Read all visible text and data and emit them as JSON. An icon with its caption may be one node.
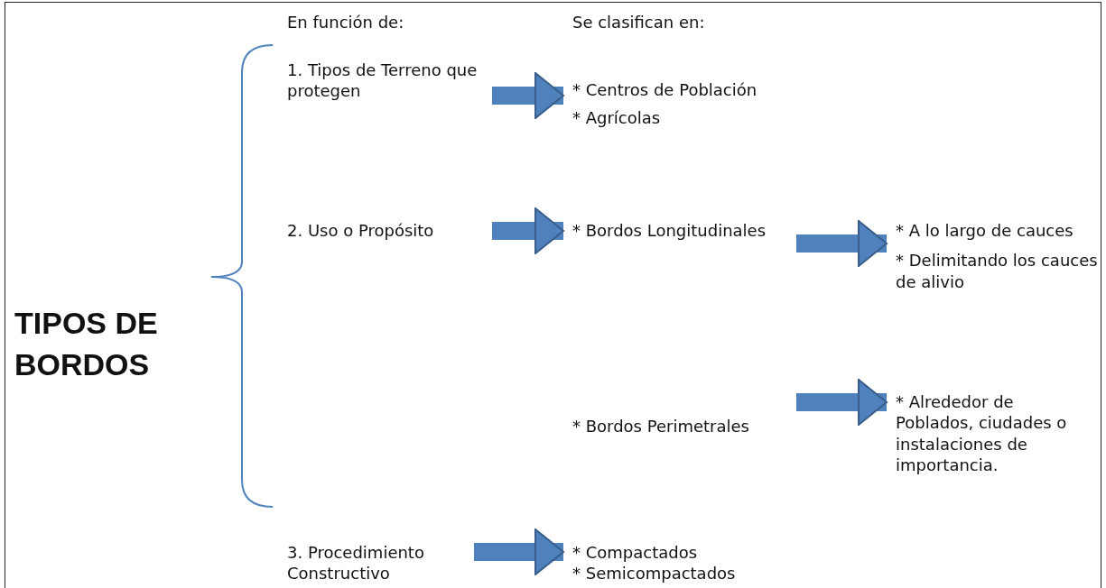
{
  "diagram": {
    "nodes": [
      {
        "text": [
          "TIPOS DE BORDOS"
        ]
      },
      {
        "text": [
          "1. Tipos de Terreno que protegen"
        ]
      },
      {
        "text": [
          "* Centros de Población",
          "* Agrícolas"
        ]
      },
      {
        "text": [
          "2. Uso o Propósito"
        ]
      },
      {
        "text": [
          "* Bordos Longitudinales"
        ]
      },
      {
        "text": [
          "* A lo largo de cauces",
          "* Delimitando los cauces de alivio"
        ]
      },
      {
        "text": [
          "* Bordos Perimetrales"
        ]
      },
      {
        "text": [
          "* Alrededor de Poblados, ciudades o instalaciones de importancia."
        ]
      },
      {
        "text": [
          "3. Procedimiento Constructivo"
        ]
      },
      {
        "text": [
          "* Compactados",
          "* Semicompactados"
        ]
      }
    ],
    "edges": [
      {
        "from": 1,
        "to": 2,
        "arrow": "to"
      },
      {
        "from": 3,
        "to": 4,
        "arrow": "to"
      },
      {
        "from": 4,
        "to": 5,
        "arrow": "to"
      },
      {
        "from": 6,
        "to": 7,
        "arrow": "to"
      },
      {
        "from": 8,
        "to": 9,
        "arrow": "to"
      }
    ],
    "labels": [
      "En función de:",
      "Se clasifican en:"
    ]
  }
}
